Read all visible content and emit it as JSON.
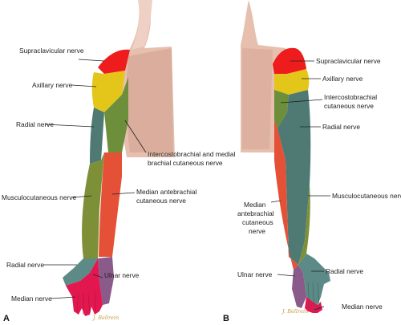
{
  "panels": {
    "a": "A",
    "b": "B"
  },
  "signature": "J. Bellrein",
  "labels_a": {
    "supraclavicular": "Supraclavicular nerve",
    "axillary": "Axillary nerve",
    "radial_upper": "Radial nerve",
    "intercostobrachial_l1": "Intercostobrachial and medial",
    "intercostobrachial_l2": "brachial cutaneous nerve",
    "musculocutaneous": "Musculocutaneous nerve",
    "median_ante_l1": "Median antebrachial",
    "median_ante_l2": "cutaneous nerve",
    "radial_lower": "Radial nerve",
    "ulnar": "Ulnar nerve",
    "median": "Median nerve"
  },
  "labels_b": {
    "supraclavicular": "Supraclavicular nerve",
    "axillary": "Axillary nerve",
    "intercostobrachial_l1": "Intercostobrachial",
    "intercostobrachial_l2": "cutaneous nerve",
    "radial_upper": "Radial nerve",
    "musculocutaneous": "Musculocutaneous nerve",
    "median_ante_l1": "Median",
    "median_ante_l2": "antebrachial",
    "median_ante_l3": "cutaneous",
    "median_ante_l4": "nerve",
    "ulnar": "Ulnar nerve",
    "radial_lower": "Radial nerve",
    "median": "Median nerve"
  },
  "colors": {
    "supraclavicular": "#ee1c1c",
    "axillary": "#e3c619",
    "radial": "#4e7a73",
    "musculocutaneous": "#7e9037",
    "median_antebrachial": "#e55137",
    "intercostobrachial": "#6d8f3b",
    "ulnar": "#8a5a8a",
    "median": "#e3174f",
    "radial_hand": "#5c8a86",
    "skin": "#e7c0b0"
  }
}
